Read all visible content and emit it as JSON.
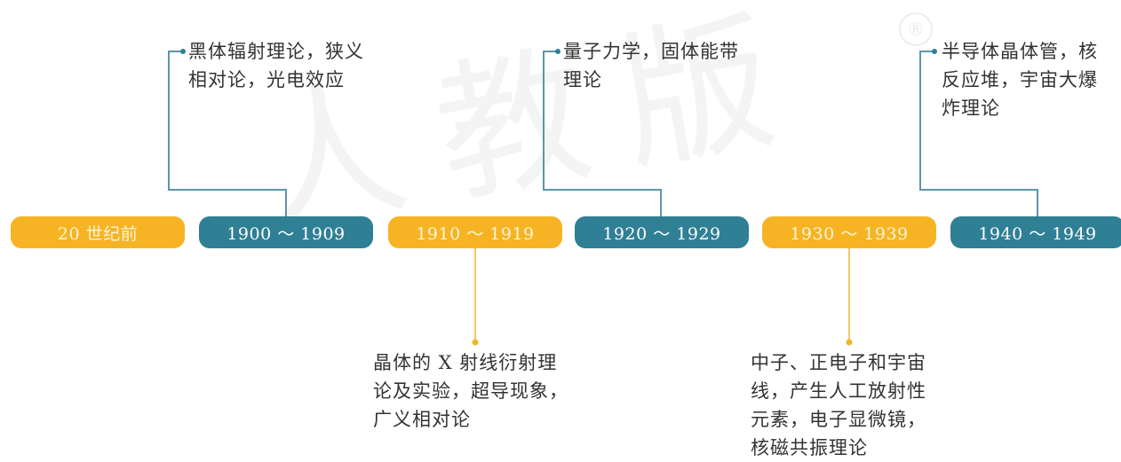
{
  "watermark": {
    "text": "人教版",
    "registered_mark": "®"
  },
  "colors": {
    "teal": "#2f7f95",
    "orange": "#f6b424"
  },
  "decades": [
    {
      "label": "20 世纪前",
      "style": "orange"
    },
    {
      "label": "1900 ～ 1909",
      "style": "teal"
    },
    {
      "label": "1910 ～ 1919",
      "style": "orange"
    },
    {
      "label": "1920 ～ 1929",
      "style": "teal"
    },
    {
      "label": "1930 ～ 1939",
      "style": "orange"
    },
    {
      "label": "1940 ～ 1949",
      "style": "teal"
    }
  ],
  "events": [
    {
      "decade_index": 1,
      "side": "top",
      "lines": [
        "黑体辐射理论，狭义",
        "相对论，光电效应"
      ]
    },
    {
      "decade_index": 2,
      "side": "bottom",
      "lines": [
        "晶体的 X 射线衍射理",
        "论及实验，超导现象，",
        "广义相对论"
      ]
    },
    {
      "decade_index": 3,
      "side": "top",
      "lines": [
        "量子力学，固体能带",
        "理论"
      ]
    },
    {
      "decade_index": 4,
      "side": "bottom",
      "lines": [
        "中子、正电子和宇宙",
        "线，产生人工放射性",
        "元素，电子显微镜，",
        "核磁共振理论"
      ]
    },
    {
      "decade_index": 5,
      "side": "top",
      "lines": [
        "半导体晶体管，核",
        "反应堆，宇宙大爆",
        "炸理论"
      ]
    }
  ]
}
